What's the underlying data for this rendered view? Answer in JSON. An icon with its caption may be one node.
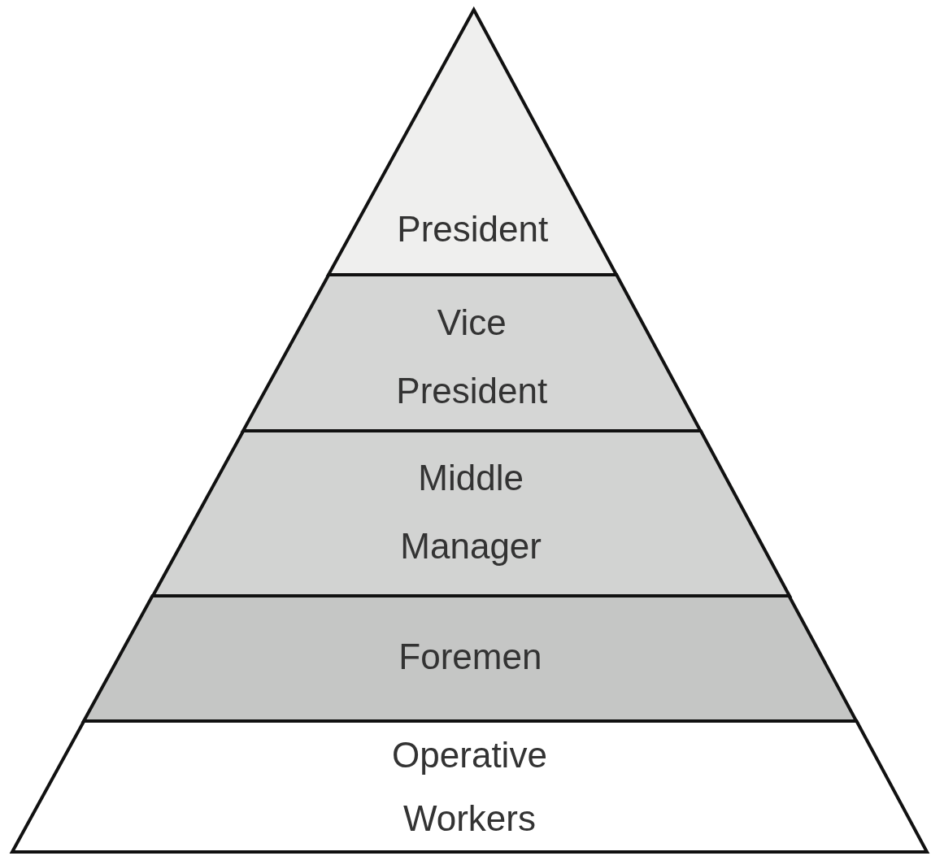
{
  "diagram": {
    "nodes": [
      {
        "text": [
          "President"
        ]
      },
      {
        "text": [
          "Vice President"
        ]
      },
      {
        "text": [
          "Middle Manager"
        ]
      },
      {
        "text": [
          "Foremen"
        ]
      },
      {
        "text": [
          "Operative Workers"
        ]
      }
    ]
  }
}
